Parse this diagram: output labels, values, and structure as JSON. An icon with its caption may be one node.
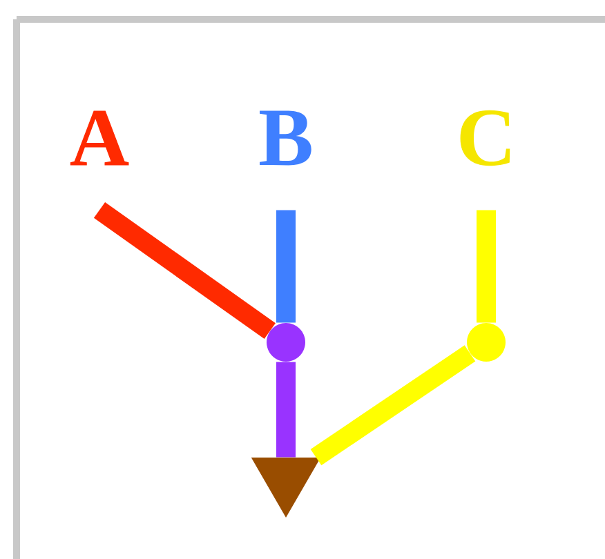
{
  "diagram": {
    "nodes": [
      {
        "text": [
          "A"
        ]
      },
      {
        "text": [
          "B"
        ]
      },
      {
        "text": [
          "C"
        ]
      },
      {
        "text": [],
        "shape": "circle"
      },
      {
        "text": [],
        "shape": "circle"
      },
      {
        "text": [],
        "shape": "triangle"
      }
    ],
    "edges": [
      {
        "from": 0,
        "to": 3,
        "arrow": "none",
        "color": "#ff2a00"
      },
      {
        "from": 1,
        "to": 3,
        "arrow": "none",
        "color": "#3f7fff"
      },
      {
        "from": 2,
        "to": 4,
        "arrow": "none",
        "color": "#ffff00"
      },
      {
        "from": 3,
        "to": 5,
        "arrow": "none",
        "color": "#9933ff"
      },
      {
        "from": 4,
        "to": 5,
        "arrow": "none",
        "color": "#ffff00"
      }
    ]
  }
}
